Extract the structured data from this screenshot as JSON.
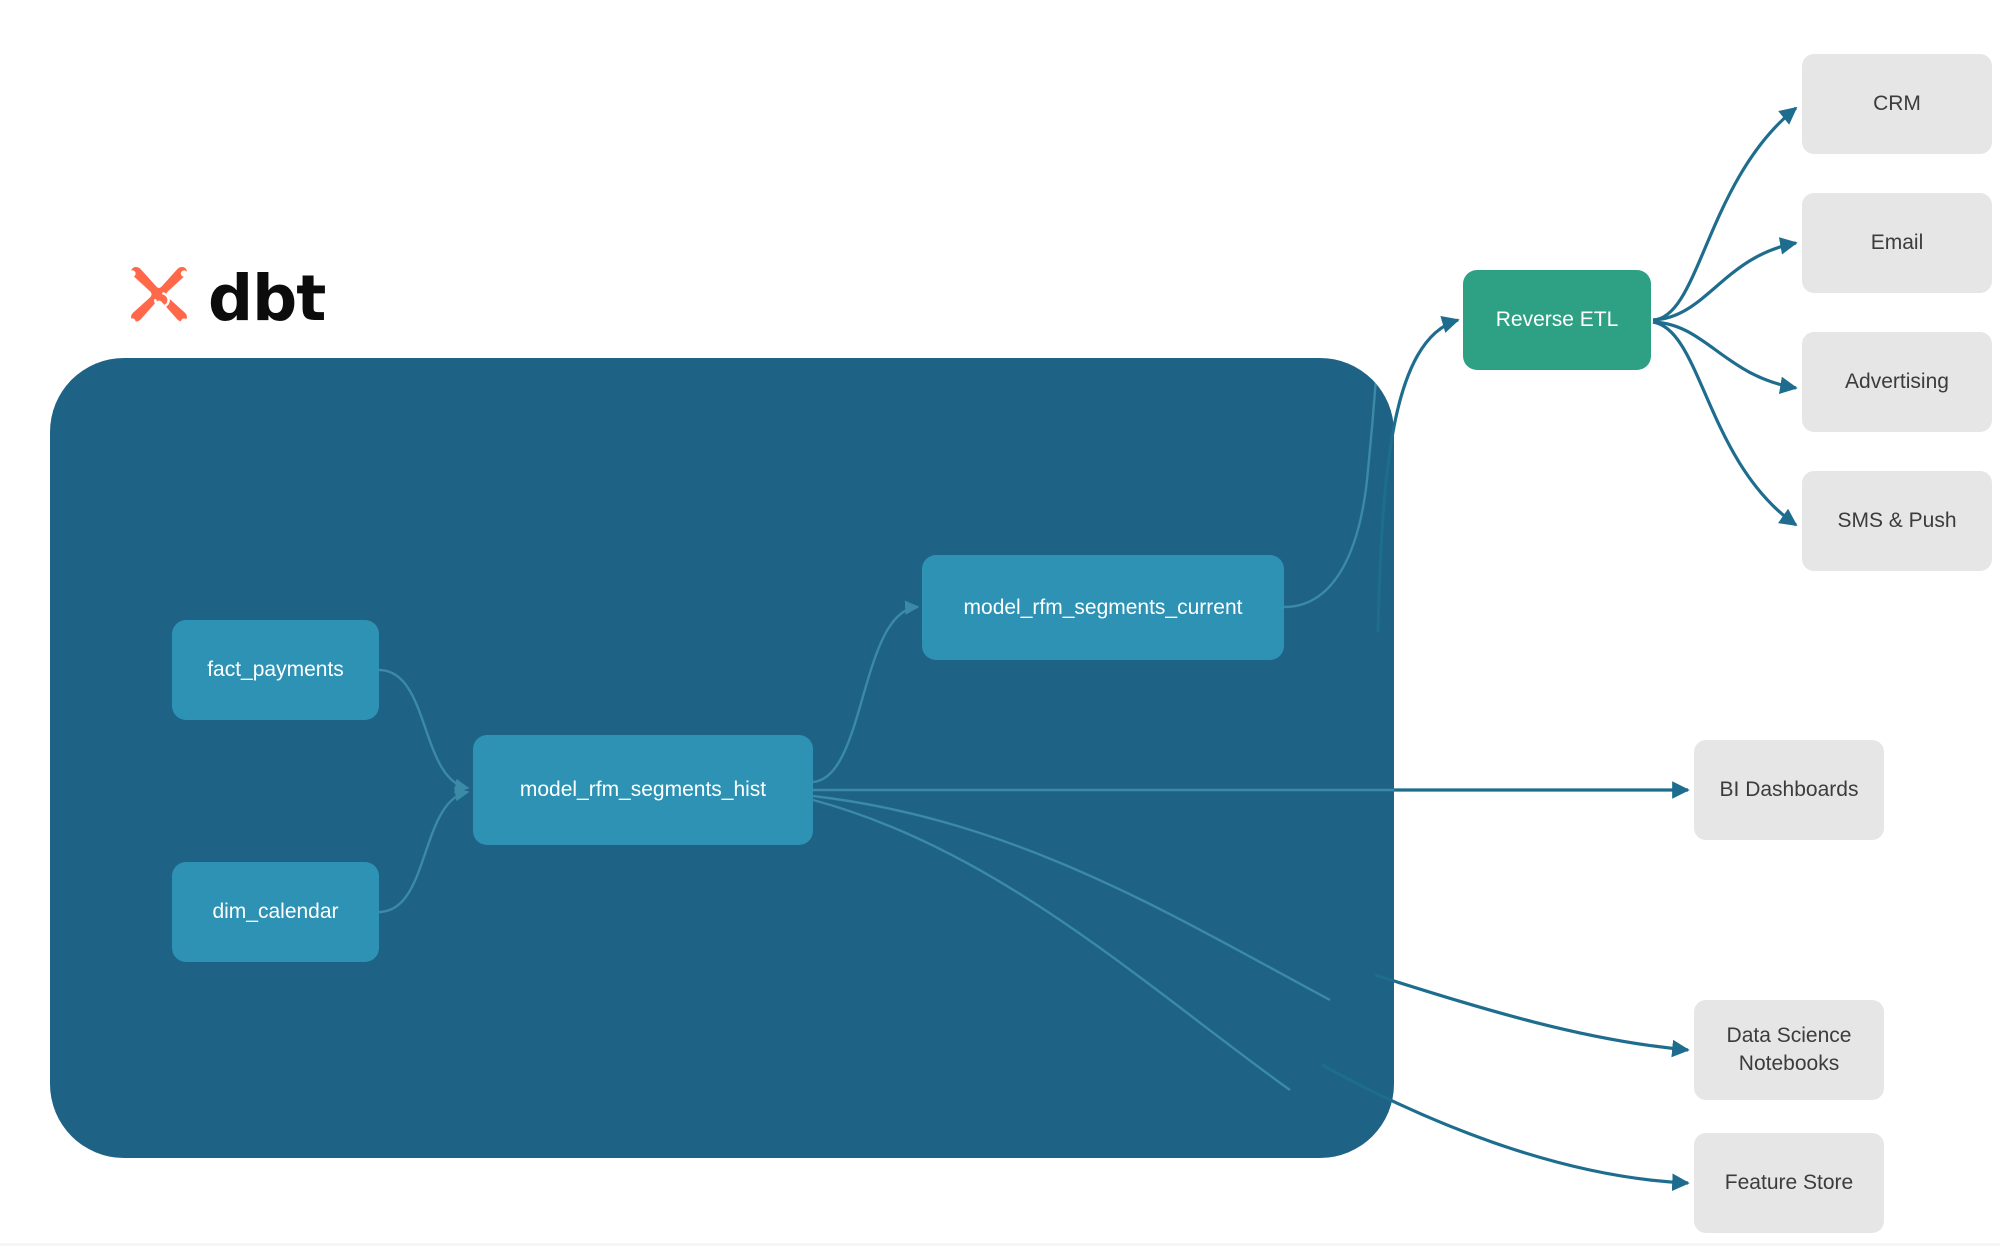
{
  "diagram": {
    "title": "dbt RFM Segments Lineage",
    "background_color": "#ffffff"
  },
  "brand": {
    "logo_icon": "dbt-logo-icon",
    "wordmark": "dbt",
    "logo_color": "#FF694A"
  },
  "dbt_container": {
    "name": "dbt-project-container",
    "color": "#1e6285"
  },
  "models": [
    {
      "id": "fact_payments",
      "label": "fact_payments",
      "color": "#2d92b4"
    },
    {
      "id": "dim_calendar",
      "label": "dim_calendar",
      "color": "#2d92b4"
    },
    {
      "id": "model_rfm_segments_hist",
      "label": "model_rfm_segments_hist",
      "color": "#2d92b4"
    },
    {
      "id": "model_rfm_segments_current",
      "label": "model_rfm_segments_current",
      "color": "#2d92b4"
    }
  ],
  "reverse_etl": {
    "label": "Reverse ETL",
    "color": "#2ea184"
  },
  "destinations": [
    {
      "id": "crm",
      "label": "CRM",
      "color": "#e6e6e6"
    },
    {
      "id": "email",
      "label": "Email",
      "color": "#e6e6e6"
    },
    {
      "id": "advertising",
      "label": "Advertising",
      "color": "#e6e6e6"
    },
    {
      "id": "sms_push",
      "label": "SMS & Push",
      "color": "#e6e6e6"
    },
    {
      "id": "bi_dashboards",
      "label": "BI Dashboards",
      "color": "#e6e6e6"
    },
    {
      "id": "ds_notebooks",
      "label": "Data Science\nNotebooks",
      "line1": "Data Science",
      "line2": "Notebooks",
      "color": "#e6e6e6"
    },
    {
      "id": "feature_store",
      "label": "Feature Store",
      "color": "#e6e6e6"
    }
  ],
  "edges": {
    "inner_color": "#3b8aa6",
    "outer_color": "#1e6d8e",
    "connections": [
      {
        "from": "fact_payments",
        "to": "model_rfm_segments_hist"
      },
      {
        "from": "dim_calendar",
        "to": "model_rfm_segments_hist"
      },
      {
        "from": "model_rfm_segments_hist",
        "to": "model_rfm_segments_current"
      },
      {
        "from": "model_rfm_segments_current",
        "to": "reverse_etl"
      },
      {
        "from": "model_rfm_segments_hist",
        "to": "bi_dashboards"
      },
      {
        "from": "model_rfm_segments_hist",
        "to": "ds_notebooks"
      },
      {
        "from": "model_rfm_segments_hist",
        "to": "feature_store"
      },
      {
        "from": "reverse_etl",
        "to": "crm"
      },
      {
        "from": "reverse_etl",
        "to": "email"
      },
      {
        "from": "reverse_etl",
        "to": "advertising"
      },
      {
        "from": "reverse_etl",
        "to": "sms_push"
      }
    ]
  }
}
